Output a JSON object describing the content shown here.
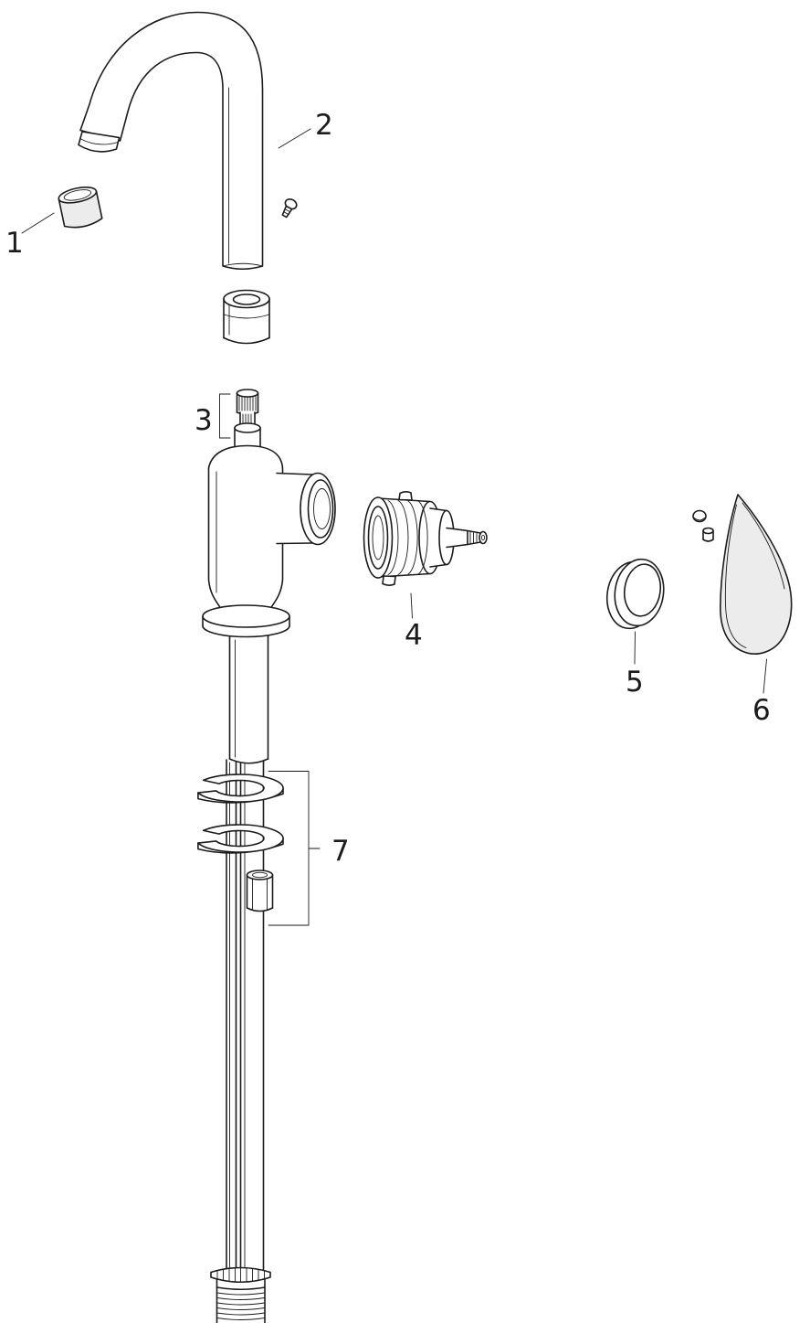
{
  "colors": {
    "background": "#ffffff",
    "line": "#1b1b1b",
    "shade": "#ececec"
  },
  "figure": {
    "kind": "exploded-parts-diagram",
    "labels": [
      {
        "text": "1"
      },
      {
        "text": "2"
      },
      {
        "text": "3"
      },
      {
        "text": "4"
      },
      {
        "text": "5"
      },
      {
        "text": "6"
      },
      {
        "text": "7"
      }
    ]
  }
}
